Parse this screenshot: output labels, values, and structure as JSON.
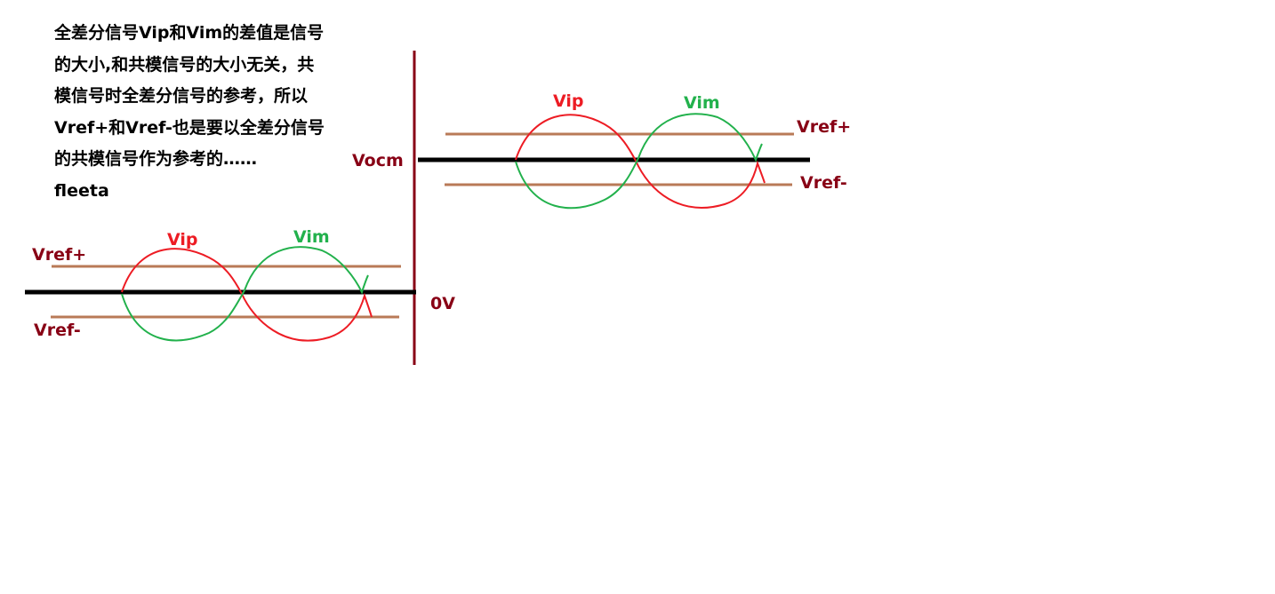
{
  "note": {
    "lines": [
      "全差分信号Vip和Vim的差值是信号",
      "的大小,和共模信号的大小无关，共",
      "模信号时全差分信号的参考，所以",
      "Vref+和Vref-也是要以全差分信号",
      "的共模信号作为参考的……",
      "fleeta"
    ]
  },
  "left_diagram": {
    "baseline_label": "0V",
    "vref_plus_label": "Vref+",
    "vref_minus_label": "Vref-",
    "vip_label": "Vip",
    "vim_label": "Vim"
  },
  "right_diagram": {
    "baseline_label": "Vocm",
    "vref_plus_label": "Vref+",
    "vref_minus_label": "Vref-",
    "vip_label": "Vip",
    "vim_label": "Vim"
  },
  "colors": {
    "vip": "#ed1c24",
    "vim": "#22b14c",
    "vref": "#b97a57",
    "label_dark": "#880015",
    "axis": "#000000",
    "divider": "#880015"
  }
}
